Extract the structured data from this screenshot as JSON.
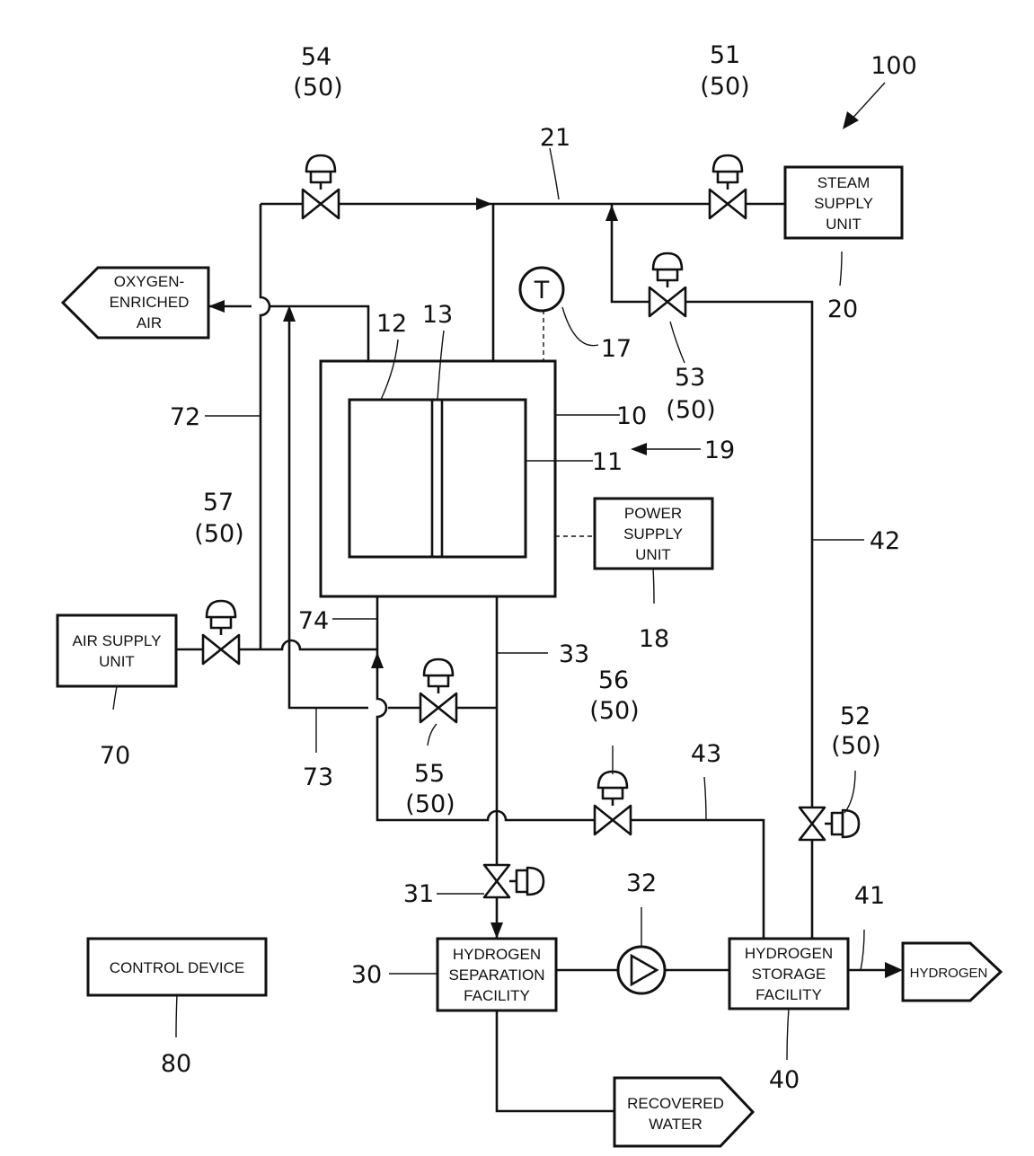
{
  "boxes": {
    "steam": [
      "STEAM",
      "SUPPLY",
      "UNIT"
    ],
    "oxygen": [
      "OXYGEN-",
      "ENRICHED",
      "AIR"
    ],
    "power": [
      "POWER",
      "SUPPLY",
      "UNIT"
    ],
    "air": [
      "AIR SUPPLY",
      "UNIT"
    ],
    "control": "CONTROL DEVICE",
    "hsep": [
      "HYDROGEN",
      "SEPARATION",
      "FACILITY"
    ],
    "hstore": [
      "HYDROGEN",
      "STORAGE",
      "FACILITY"
    ],
    "hydrogen": "HYDROGEN",
    "water": [
      "RECOVERED",
      "WATER"
    ],
    "temp": "T"
  },
  "refs": {
    "r100": "100",
    "r54": "54",
    "r51": "51",
    "r53": "53",
    "r57": "57",
    "r56": "56",
    "r55": "55",
    "r52": "52",
    "p50": "(50)",
    "r21": "21",
    "r12": "12",
    "r13": "13",
    "r17": "17",
    "r10": "10",
    "r11": "11",
    "r19": "19",
    "r20": "20",
    "r72": "72",
    "r74": "74",
    "r18": "18",
    "r42": "42",
    "r33": "33",
    "r43": "43",
    "r70": "70",
    "r73": "73",
    "r31": "31",
    "r32": "32",
    "r41": "41",
    "r30": "30",
    "r80": "80",
    "r40": "40"
  }
}
